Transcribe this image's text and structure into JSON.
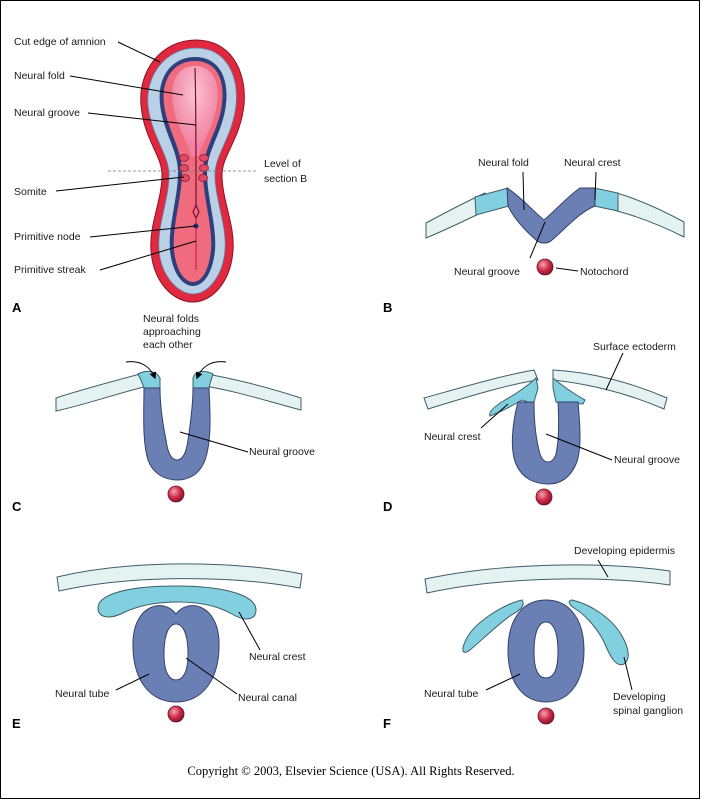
{
  "panels": {
    "A": {
      "letter": "A",
      "labels": {
        "cut_edge": "Cut edge of amnion",
        "neural_fold": "Neural fold",
        "neural_groove": "Neural groove",
        "level_line1": "Level of",
        "level_line2": "section B",
        "somite": "Somite",
        "primitive_node": "Primitive node",
        "primitive_streak": "Primitive streak"
      }
    },
    "B": {
      "letter": "B",
      "labels": {
        "neural_fold": "Neural fold",
        "neural_crest": "Neural crest",
        "neural_groove": "Neural groove",
        "notochord": "Notochord"
      }
    },
    "C": {
      "letter": "C",
      "labels": {
        "approach_line1": "Neural folds",
        "approach_line2": "approaching",
        "approach_line3": "each other",
        "neural_groove": "Neural groove"
      }
    },
    "D": {
      "letter": "D",
      "labels": {
        "surface_ectoderm": "Surface ectoderm",
        "neural_crest": "Neural crest",
        "neural_groove": "Neural groove"
      }
    },
    "E": {
      "letter": "E",
      "labels": {
        "neural_crest": "Neural crest",
        "neural_tube": "Neural tube",
        "neural_canal": "Neural canal"
      }
    },
    "F": {
      "letter": "F",
      "labels": {
        "developing_epidermis": "Developing epidermis",
        "neural_tube": "Neural tube",
        "ganglion_line1": "Developing",
        "ganglion_line2": "spinal ganglion"
      }
    }
  },
  "copyright": "Copyright © 2003, Elsevier Science (USA). All Rights Reserved.",
  "colors": {
    "surface_ectoderm": "#e4f3f1",
    "neural_crest": "#82cfe0",
    "neural_tissue": "#6a7fb4",
    "notochord": "#c2203f",
    "amnion_edge": "#e0283f",
    "embryo_body": "#f07a85",
    "embryo_surround": "#b9d0e6"
  }
}
